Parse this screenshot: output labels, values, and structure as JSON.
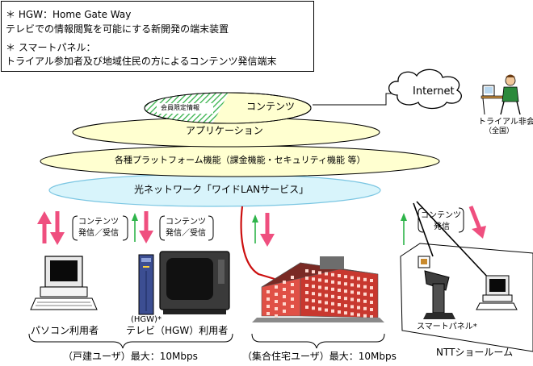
{
  "legend": {
    "line1": "＊ HGW：Home Gate Way",
    "line2": "テレビでの情報閲覧を可能にする新開発の端末装置",
    "line3": "＊ スマートパネル：",
    "line4": "トライアル参加者及び地域住民の方によるコンテンツ発信端末"
  },
  "layers": {
    "contents": "コンテンツ",
    "members_only": "会員限定情報",
    "application": "アプリケーション",
    "platform": "各種プラットフォーム機能（課金機能・セキュリティ機能 等）",
    "network": "光ネットワーク「ワイドLANサービス」"
  },
  "internet": {
    "label": "Internet",
    "non_member_line1": "トライアル非会員",
    "non_member_line2": "（全国）"
  },
  "flow_labels": {
    "pc_line1": "コンテンツ",
    "pc_line2": "発信／受信",
    "tv_line1": "コンテンツ",
    "tv_line2": "発信／受信",
    "ntt_line1": "コンテンツ",
    "ntt_line2": "発信"
  },
  "devices": {
    "pc_user": "パソコン利用者",
    "hgw_mark": "(HGW)*",
    "tv_user": "テレビ（HGW）利用者",
    "smart_panel": "スマートパネル*",
    "ntt_showroom": "NTTショールーム"
  },
  "footer": {
    "detached": "（戸建ユーザ）最大：10Mbps",
    "apartment": "（集合住宅ユーザ）最大：10Mbps"
  },
  "colors": {
    "pink_arrow": "#ef4f7f",
    "green_arrow": "#2eb44a",
    "ellipse_fill": "#ffffd0",
    "network_fill": "#d8f4fb",
    "building_red": "#d23b32",
    "cable_red": "#cc1010"
  }
}
